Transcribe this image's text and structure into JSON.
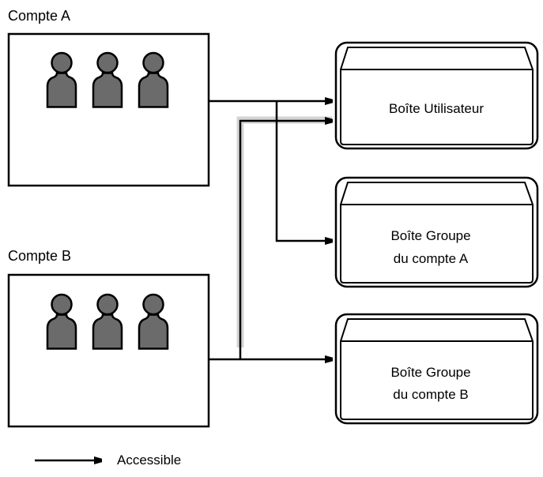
{
  "accounts": [
    {
      "title": "Compte A",
      "members": 3
    },
    {
      "title": "Compte B",
      "members": 3
    }
  ],
  "boxes": [
    {
      "lines": [
        "Boîte Utilisateur"
      ]
    },
    {
      "lines": [
        "Boîte Groupe",
        "du compte A"
      ]
    },
    {
      "lines": [
        "Boîte Groupe",
        "du compte B"
      ]
    }
  ],
  "legend": {
    "label": "Accessible"
  },
  "colors": {
    "person_fill": "#6b6b6b",
    "line": "#000000",
    "highlight_path": "#d4d4d4"
  }
}
